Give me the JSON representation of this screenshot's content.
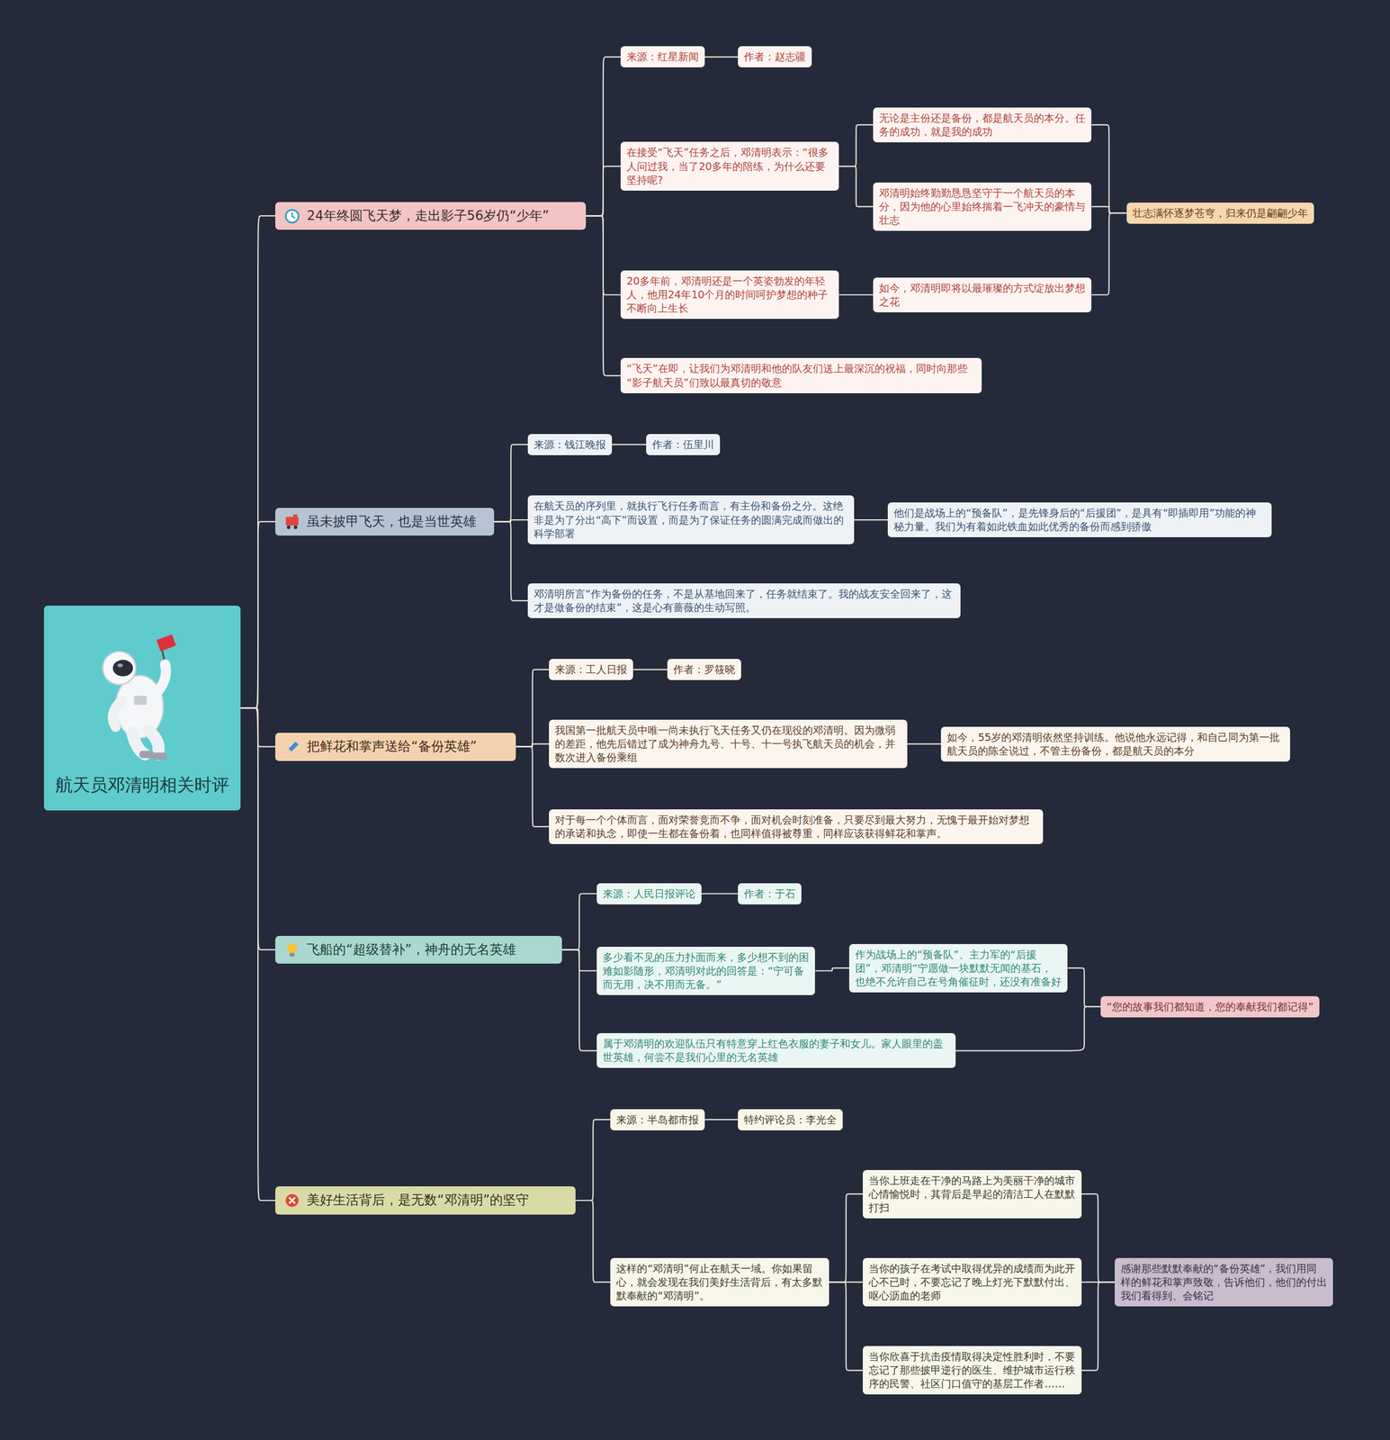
{
  "diagram": {
    "nodes": [
      {
        "text": [
          "航天员邓清明相关时评"
        ]
      },
      {
        "text": [
          "24年终圆飞天梦，走出影子56岁仍“少年”"
        ]
      },
      {
        "text": [
          "来源：红星新闻"
        ]
      },
      {
        "text": [
          "作者：赵志疆"
        ]
      },
      {
        "text": [
          "在接受“飞天”任务之后，邓清明表示：“很多人问过我，当了20多年的陪练，为什么还要坚持呢?"
        ]
      },
      {
        "text": [
          "无论是主份还是备份，都是航天员的本分。任务的成功，就是我的成功"
        ]
      },
      {
        "text": [
          "邓清明始终勤勤恳恳坚守于一个航天员的本分，因为他的心里始终揣着一飞冲天的豪情与壮志"
        ]
      },
      {
        "text": [
          "20多年前，邓清明还是一个英姿勃发的年轻人，他用24年10个月的时间呵护梦想的种子不断向上生长"
        ]
      },
      {
        "text": [
          "如今，邓清明即将以最璀璨的方式绽放出梦想之花"
        ]
      },
      {
        "text": [
          "壮志满怀逐梦苍穹，归来仍是翩翩少年"
        ]
      },
      {
        "text": [
          "“飞天”在即，让我们为邓清明和他的队友们送上最深沉的祝福，同时向那些“影子航天员”们致以最真切的敬意"
        ]
      },
      {
        "text": [
          "虽未披甲飞天，也是当世英雄"
        ]
      },
      {
        "text": [
          "来源：钱江晚报"
        ]
      },
      {
        "text": [
          "作者：伍里川"
        ]
      },
      {
        "text": [
          "在航天员的序列里，就执行飞行任务而言，有主份和备份之分。这绝非是为了分出“高下”而设置，而是为了保证任务的圆满完成而做出的科学部署"
        ]
      },
      {
        "text": [
          "他们是战场上的“预备队”，是先锋身后的“后援团”，是具有“即插即用”功能的神秘力量。我们为有着如此铁血如此优秀的备份而感到骄傲"
        ]
      },
      {
        "text": [
          "邓清明所言“作为备份的任务，不是从基地回来了，任务就结束了。我的战友安全回来了，这才是做备份的结束”，这是心有蔷薇的生动写照。"
        ]
      },
      {
        "text": [
          "把鲜花和掌声送给“备份英雄”"
        ]
      },
      {
        "text": [
          "来源：工人日报"
        ]
      },
      {
        "text": [
          "作者：罗筱晓"
        ]
      },
      {
        "text": [
          "我国第一批航天员中唯一尚未执行飞天任务又仍在现役的邓清明。因为微弱的差距，他先后错过了成为神舟九号、十号、十一号执飞航天员的机会，并数次进入备份乘组"
        ]
      },
      {
        "text": [
          "如今，55岁的邓清明依然坚持训练。他说他永远记得，和自己同为第一批航天员的陈全说过，不管主份备份，都是航天员的本分"
        ]
      },
      {
        "text": [
          "对于每一个个体而言，面对荣誉竞而不争，面对机会时刻准备，只要尽到最大努力，无愧于最开始对梦想的承诺和执念，即使一生都在备份着，也同样值得被尊重，同样应该获得鲜花和掌声。"
        ]
      },
      {
        "text": [
          "飞船的“超级替补”，神舟的无名英雄"
        ]
      },
      {
        "text": [
          "来源：人民日报评论"
        ]
      },
      {
        "text": [
          "作者：于石"
        ]
      },
      {
        "text": [
          "多少看不见的压力扑面而来，多少想不到的困难如影随形，邓清明对此的回答是：“宁可备而无用，决不用而无备。”"
        ]
      },
      {
        "text": [
          "作为战场上的“预备队”、主力军的“后援团”，邓清明“宁愿做一块默默无闻的基石，也绝不允许自己在号角催征时，还没有准备好"
        ]
      },
      {
        "text": [
          "属于邓清明的欢迎队伍只有特意穿上红色衣服的妻子和女儿。家人眼里的盖世英雄，何尝不是我们心里的无名英雄"
        ]
      },
      {
        "text": [
          "“您的故事我们都知道，您的奉献我们都记得”"
        ]
      },
      {
        "text": [
          "美好生活背后，是无数“邓清明”的坚守"
        ]
      },
      {
        "text": [
          "来源：半岛都市报"
        ]
      },
      {
        "text": [
          "特约评论员：李光全"
        ]
      },
      {
        "text": [
          "这样的“邓清明”何止在航天一域。你如果留心，就会发现在我们美好生活背后，有太多默默奉献的“邓清明”。"
        ]
      },
      {
        "text": [
          "当你上班走在干净的马路上为美丽干净的城市心情愉悦时，其背后是早起的清洁工人在默默打扫"
        ]
      },
      {
        "text": [
          "当你的孩子在考试中取得优异的成绩而为此开心不已时，不要忘记了晚上灯光下默默付出、呕心沥血的老师"
        ]
      },
      {
        "text": [
          "当你欣喜于抗击疫情取得决定性胜利时，不要忘记了那些披甲逆行的医生、维护城市运行秩序的民警、社区门口值守的基层工作者……"
        ]
      },
      {
        "text": [
          "感谢那些默默奉献的“备份英雄”，我们用同样的鲜花和掌声致敬，告诉他们，他们的付出我们看得到、会铭记"
        ]
      }
    ],
    "edges": [
      {
        "from": 0,
        "to": 1,
        "arrow": "none"
      },
      {
        "from": 0,
        "to": 11,
        "arrow": "none"
      },
      {
        "from": 0,
        "to": 17,
        "arrow": "none"
      },
      {
        "from": 0,
        "to": 23,
        "arrow": "none"
      },
      {
        "from": 0,
        "to": 30,
        "arrow": "none"
      },
      {
        "from": 1,
        "to": 2,
        "arrow": "none"
      },
      {
        "from": 2,
        "to": 3,
        "arrow": "none"
      },
      {
        "from": 1,
        "to": 4,
        "arrow": "none"
      },
      {
        "from": 4,
        "to": 5,
        "arrow": "none"
      },
      {
        "from": 4,
        "to": 6,
        "arrow": "none"
      },
      {
        "from": 1,
        "to": 7,
        "arrow": "none"
      },
      {
        "from": 7,
        "to": 8,
        "arrow": "none"
      },
      {
        "from": 5,
        "to": 9,
        "arrow": "none"
      },
      {
        "from": 6,
        "to": 9,
        "arrow": "none"
      },
      {
        "from": 8,
        "to": 9,
        "arrow": "none"
      },
      {
        "from": 1,
        "to": 10,
        "arrow": "none"
      },
      {
        "from": 11,
        "to": 12,
        "arrow": "none"
      },
      {
        "from": 12,
        "to": 13,
        "arrow": "none"
      },
      {
        "from": 11,
        "to": 14,
        "arrow": "none"
      },
      {
        "from": 14,
        "to": 15,
        "arrow": "none"
      },
      {
        "from": 11,
        "to": 16,
        "arrow": "none"
      },
      {
        "from": 17,
        "to": 18,
        "arrow": "none"
      },
      {
        "from": 18,
        "to": 19,
        "arrow": "none"
      },
      {
        "from": 17,
        "to": 20,
        "arrow": "none"
      },
      {
        "from": 20,
        "to": 21,
        "arrow": "none"
      },
      {
        "from": 17,
        "to": 22,
        "arrow": "none"
      },
      {
        "from": 23,
        "to": 24,
        "arrow": "none"
      },
      {
        "from": 24,
        "to": 25,
        "arrow": "none"
      },
      {
        "from": 23,
        "to": 26,
        "arrow": "none"
      },
      {
        "from": 26,
        "to": 27,
        "arrow": "none"
      },
      {
        "from": 23,
        "to": 28,
        "arrow": "none"
      },
      {
        "from": 27,
        "to": 29,
        "arrow": "none"
      },
      {
        "from": 28,
        "to": 29,
        "arrow": "none"
      },
      {
        "from": 30,
        "to": 31,
        "arrow": "none"
      },
      {
        "from": 31,
        "to": 32,
        "arrow": "none"
      },
      {
        "from": 30,
        "to": 33,
        "arrow": "none"
      },
      {
        "from": 33,
        "to": 34,
        "arrow": "none"
      },
      {
        "from": 33,
        "to": 35,
        "arrow": "none"
      },
      {
        "from": 33,
        "to": 36,
        "arrow": "none"
      },
      {
        "from": 34,
        "to": 37,
        "arrow": "none"
      },
      {
        "from": 35,
        "to": 37,
        "arrow": "none"
      },
      {
        "from": 36,
        "to": 37,
        "arrow": "none"
      }
    ]
  }
}
